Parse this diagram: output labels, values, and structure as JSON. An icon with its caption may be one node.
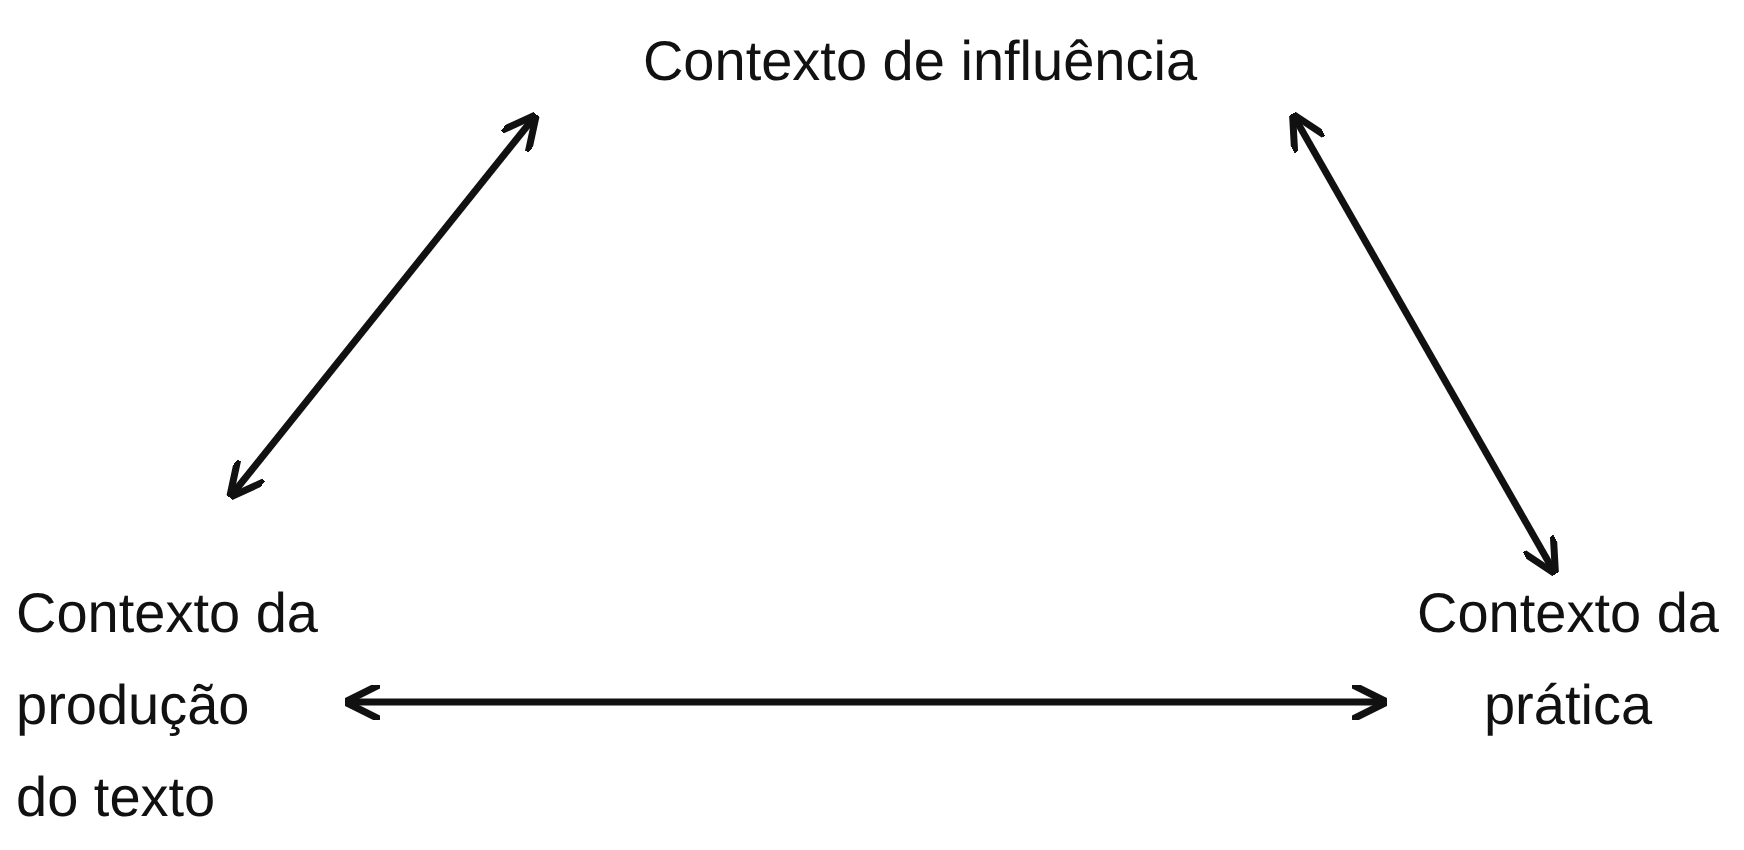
{
  "diagram": {
    "nodes": [
      {
        "text": [
          "Contexto de influência"
        ]
      },
      {
        "text": [
          "Contexto da produção do texto"
        ]
      },
      {
        "text": [
          "Contexto da prática"
        ]
      }
    ],
    "edges": [
      {
        "from": 0,
        "to": 1,
        "arrow": "both"
      },
      {
        "from": 0,
        "to": 2,
        "arrow": "both"
      },
      {
        "from": 1,
        "to": 2,
        "arrow": "both"
      }
    ]
  }
}
